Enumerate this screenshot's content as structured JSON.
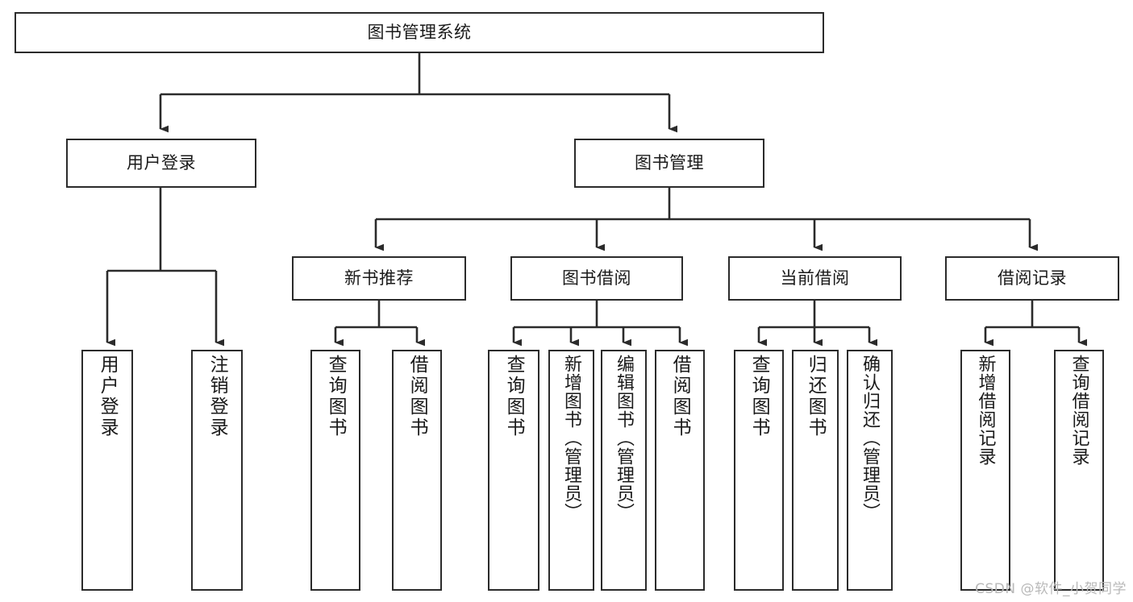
{
  "diagram": {
    "title": "图书管理系统",
    "type": "tree-hierarchy",
    "orientation": "top-down",
    "line_color": "#2b2b2b",
    "box_fill": "#ffffff",
    "text_color": "#1a1a1a"
  },
  "nodes": {
    "root": {
      "label": "图书管理系统",
      "level": 1
    },
    "level2": [
      {
        "id": "user-login",
        "label": "用户登录"
      },
      {
        "id": "book-manage",
        "label": "图书管理"
      }
    ],
    "level3": [
      {
        "id": "new-book-recommend",
        "label": "新书推荐"
      },
      {
        "id": "book-borrow",
        "label": "图书借阅"
      },
      {
        "id": "current-borrow",
        "label": "当前借阅"
      },
      {
        "id": "borrow-record",
        "label": "借阅记录"
      }
    ],
    "level4": {
      "user_login": [
        {
          "id": "leaf-user-login",
          "label": "用户登录"
        },
        {
          "id": "leaf-logout-login",
          "label": "注销登录"
        }
      ],
      "new_book_recommend": [
        {
          "id": "leaf-query-book-1",
          "label": "查询图书"
        },
        {
          "id": "leaf-borrow-book-1",
          "label": "借阅图书"
        }
      ],
      "book_borrow": [
        {
          "id": "leaf-query-book-2",
          "label": "查询图书"
        },
        {
          "id": "leaf-add-book",
          "label": "新增图书（管理员）"
        },
        {
          "id": "leaf-edit-book",
          "label": "编辑图书（管理员）"
        },
        {
          "id": "leaf-borrow-book-2",
          "label": "借阅图书"
        }
      ],
      "current_borrow": [
        {
          "id": "leaf-query-book-3",
          "label": "查询图书"
        },
        {
          "id": "leaf-return-book",
          "label": "归还图书"
        },
        {
          "id": "leaf-confirm-return",
          "label": "确认归还（管理员）"
        }
      ],
      "borrow_record": [
        {
          "id": "leaf-add-borrow-record",
          "label": "新增借阅记录"
        },
        {
          "id": "leaf-query-borrow-record",
          "label": "查询借阅记录"
        }
      ]
    }
  },
  "watermark": {
    "text": "CSDN @软件_小贺同学"
  }
}
